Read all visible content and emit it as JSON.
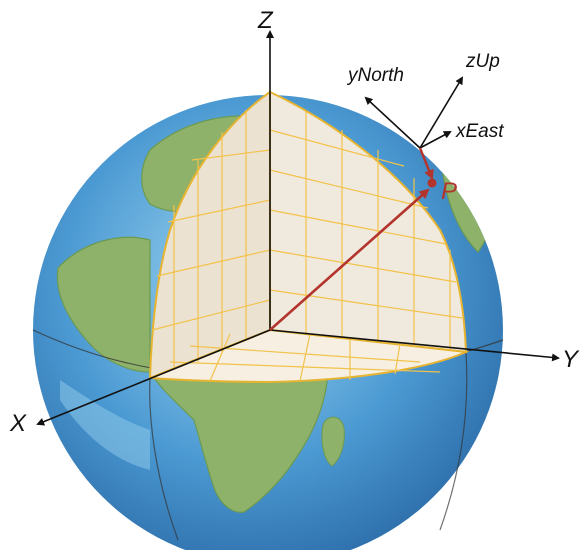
{
  "axes": {
    "x_label": "X",
    "y_label": "Y",
    "z_label": "Z"
  },
  "local_frame": {
    "north_label": "yNorth",
    "up_label": "zUp",
    "east_label": "xEast"
  },
  "point": {
    "label": "P"
  },
  "colors": {
    "ocean": "#3f8fcf",
    "ocean_light": "#8cc9ea",
    "land": "#8fb26a",
    "land_dark": "#5f8f46",
    "cutaway_fill": "#f0e9dd",
    "cutaway_grid": "#f2c24a",
    "cutaway_edge": "#e7b431",
    "position_vector": "#b3342c",
    "axis": "#111111"
  }
}
